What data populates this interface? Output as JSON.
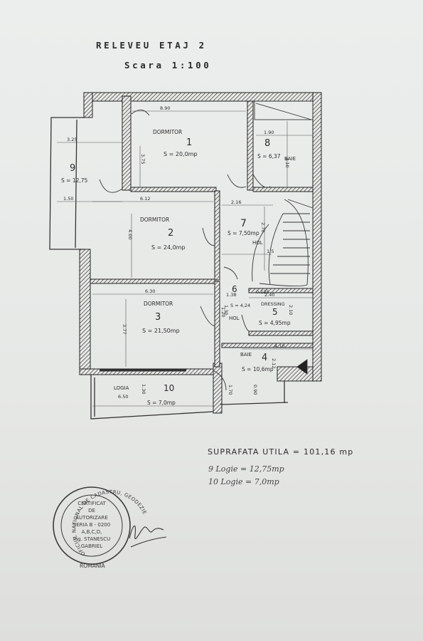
{
  "header": {
    "title": "RELEVEU ETAJ 2",
    "scale": "Scara 1:100"
  },
  "rooms": [
    {
      "num": "1",
      "name": "DORMITOR",
      "area": "S = 20,0mp",
      "dim_w": "8.90",
      "dim_h": "3.75"
    },
    {
      "num": "2",
      "name": "DORMITOR",
      "area": "S = 24,0mp",
      "dim_w": "6.12",
      "dim_h": "4.00"
    },
    {
      "num": "3",
      "name": "DORMITOR",
      "area": "S = 21,50mp",
      "dim_w": "6.30",
      "dim_h": "3.77"
    },
    {
      "num": "4",
      "name": "BAIE",
      "area": "S = 10,6mp",
      "dim_w": "4.10",
      "dim_h": "2.12"
    },
    {
      "num": "5",
      "name": "DRESSING",
      "area": "S = 4,95mp",
      "dim_w": "2.40",
      "dim_h": "2.10"
    },
    {
      "num": "6",
      "name": "HOL",
      "area": "S = 4,24",
      "dim_w": "1.38",
      "dim_h": "1.30"
    },
    {
      "num": "7",
      "name": "HOL",
      "area": "S = 7,50mp",
      "dim_w": "2.16",
      "dim_h": "2.70"
    },
    {
      "num": "8",
      "name": "BAIE",
      "area": "S = 6,37",
      "dim_w": "1.90",
      "dim_h": "3.10"
    },
    {
      "num": "9",
      "name": "",
      "area": "S = 12,75",
      "dim_w": "3.25",
      "dim_h": "1.50"
    },
    {
      "num": "10",
      "name": "LOGIA",
      "area": "S = 7,0mp",
      "dim_w": "6.50",
      "dim_h": "1.30"
    }
  ],
  "extra_dims": [
    "1.5",
    "0.125",
    "1.20",
    "0.90",
    "1.70"
  ],
  "summary": {
    "label": "SUPRAFATA UTILA = 101,16 mp",
    "loggia_9": "9 Logie = 12,75mp",
    "loggia_10": "10 Logie = 7,0mp"
  },
  "stamp": {
    "ring_text": "OFICIUL NATIONAL DE CADASTRU, GEODEZIE",
    "country": "ROMANIA",
    "lines": [
      "CERTIFICAT",
      "DE",
      "AUTORIZARE",
      "SERIA B - 0200",
      "A,B,C,D,",
      "Ing. STANESCU",
      "GABRIEL"
    ]
  },
  "colors": {
    "ink": "#2b2b2b",
    "paper": "#e9eae8",
    "stamp": "#3a3a3a"
  }
}
